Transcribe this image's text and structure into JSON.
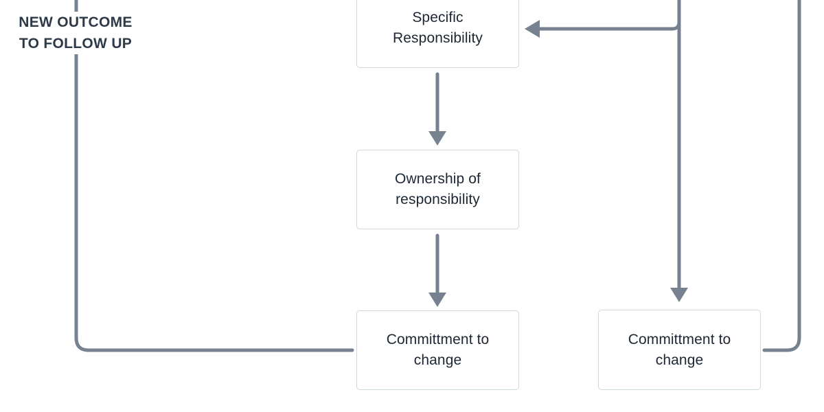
{
  "diagram": {
    "title": "responsibility-feedback-flowchart",
    "label_new_outcome": {
      "line1": "NEW OUTCOME",
      "line2": "TO FOLLOW UP"
    },
    "boxes": [
      {
        "id": "specific-responsibility",
        "line1": "Specific",
        "line2": "Responsibility"
      },
      {
        "id": "ownership-of-responsibility",
        "line1": "Ownership of",
        "line2": "responsibility"
      },
      {
        "id": "committment-to-change-center",
        "line1": "Committment to",
        "line2": "change"
      },
      {
        "id": "committment-to-change-right",
        "line1": "Committment to",
        "line2": "change"
      }
    ],
    "edges": [
      {
        "from": "specific-responsibility",
        "to": "ownership-of-responsibility",
        "style": "arrow-down"
      },
      {
        "from": "ownership-of-responsibility",
        "to": "committment-to-change-center",
        "style": "arrow-down"
      },
      {
        "from": "offscreen-top",
        "to": "committment-to-change-right",
        "style": "arrow-down"
      },
      {
        "from": "offscreen-top",
        "to": "specific-responsibility",
        "style": "arrow-left"
      },
      {
        "from": "committment-to-change-center",
        "to": "offscreen-top-left-new-outcome",
        "style": "plain-line"
      },
      {
        "from": "committment-to-change-right",
        "to": "offscreen-top-right",
        "style": "plain-line"
      }
    ],
    "colors": {
      "line": "#76828F",
      "box_border": "#CBD8DF",
      "box_fill": "#FFFFFF",
      "text": "#1C2733",
      "label_text": "#2E3A47",
      "background": "#FFFFFF"
    }
  }
}
